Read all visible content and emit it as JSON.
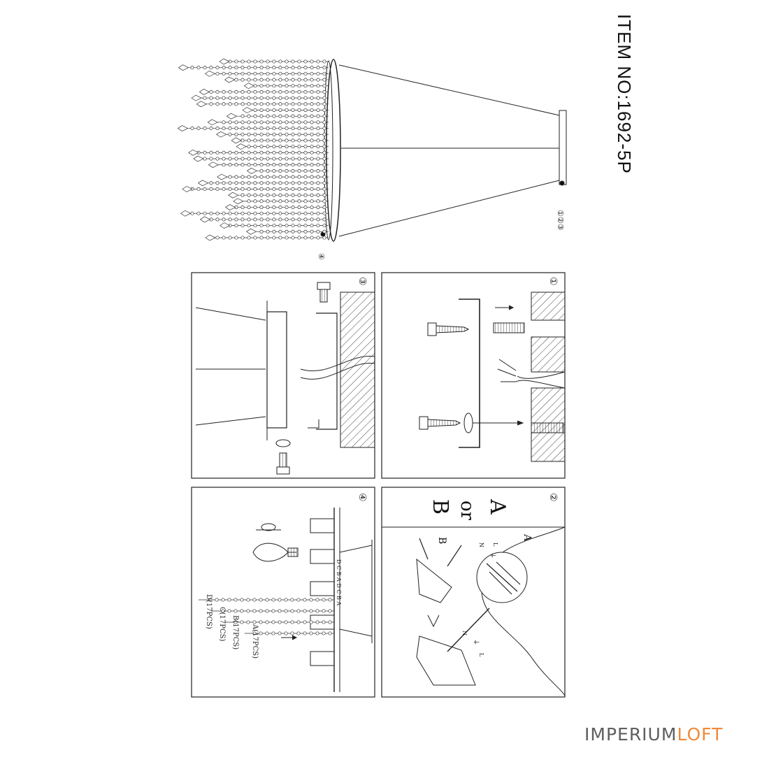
{
  "document": {
    "item_number": "ITEM NO:1692-5P",
    "brand": {
      "part1": "IMPERIUM",
      "part2": "LOFT",
      "part1_color": "#5f5f5f",
      "part2_color": "#f28a3a"
    }
  },
  "overview": {
    "callout_top": "①②③",
    "callout_bottom": "④"
  },
  "panels": {
    "step1": {
      "number": "①"
    },
    "step2": {
      "number": "②",
      "option_a": "A",
      "option_or": "or",
      "option_b": "B",
      "label_a": "A",
      "label_b": "B",
      "wire_n": "N",
      "wire_l": "L",
      "wire_earth": "⏚"
    },
    "step3": {
      "number": "③"
    },
    "step4": {
      "number": "④",
      "strand_a": "A(17PCS)",
      "strand_b": "B(17PCS)",
      "strand_c": "C(17PCS)",
      "strand_d": "D(17PCS)",
      "ring_letters": "D C B A D C B A"
    }
  }
}
